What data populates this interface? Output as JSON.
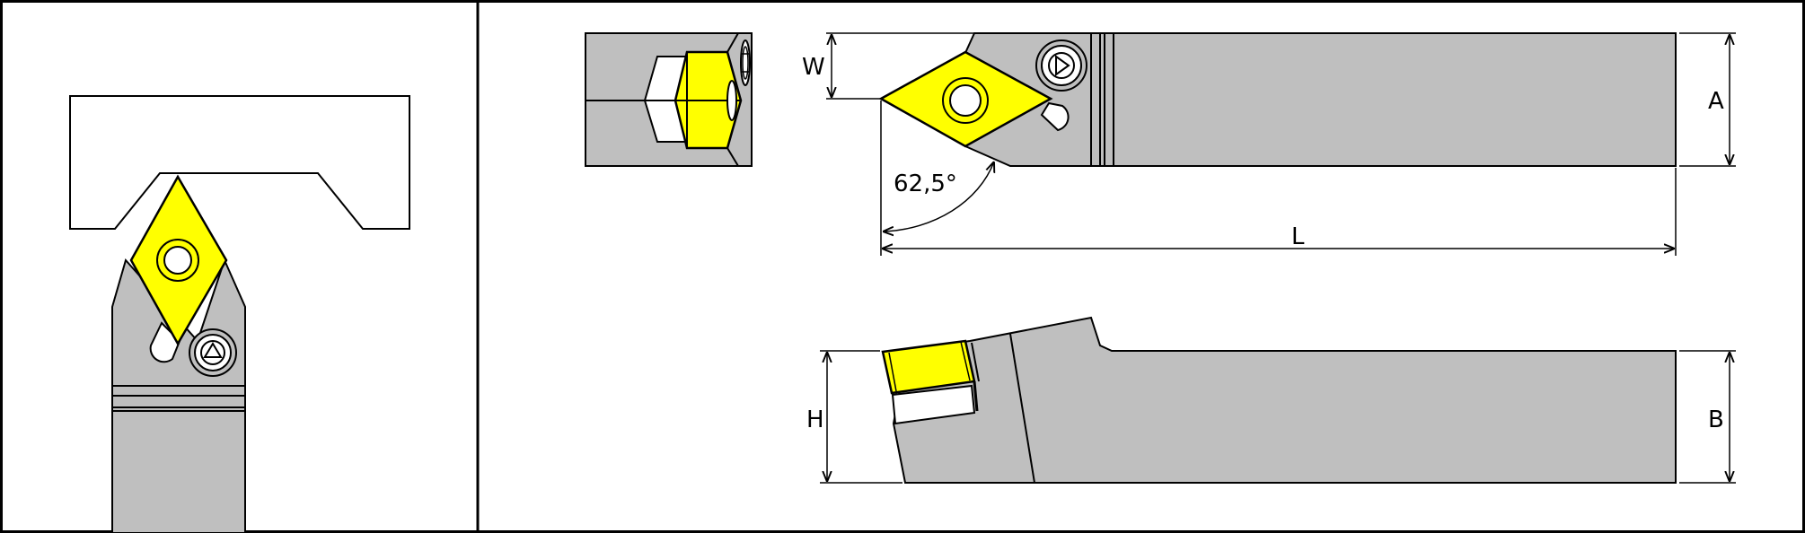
{
  "labels": {
    "w": "W",
    "a": "A",
    "l": "L",
    "h": "H",
    "b": "B",
    "angle": "62,5°"
  },
  "colors": {
    "insert": "#ffff00",
    "holder": "#bfbfbf",
    "line": "#000000",
    "background": "#ffffff"
  },
  "icons": [
    "torx-screw-icon",
    "clamp-screw-icon",
    "insert-hole-icon"
  ]
}
